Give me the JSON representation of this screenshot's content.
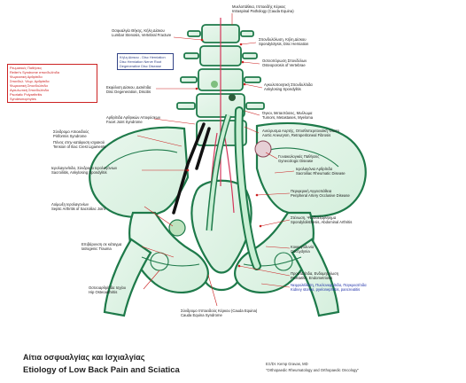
{
  "diagram": {
    "labels_top": [
      {
        "id": "spinal-cord",
        "line1": "Μυελοπάθεια, Ιπποειδής Κέρκος",
        "line2": "Intraspinal Pathology (Cauda Equina)"
      },
      {
        "id": "lumbar-disc-stenosis",
        "line1": "Οσφυαλγία Θήκης, Κήλη Δίσκου",
        "line2": "Lumbar Stenosis, Vertebral Fracture"
      },
      {
        "id": "spondylolysis",
        "line1": "Σπονδυλόλυση, Κήλη Δίσκου",
        "line2": "Spondylolysis, Disc Herniation"
      },
      {
        "id": "osteoporosis",
        "line1": "Οστεοπόρωση Σπονδύλων",
        "line2": "Osteoporosis of Vertebrae"
      },
      {
        "id": "ankylosing",
        "line1": "Αγκυλοποιητική Σπονδυλίτιδα",
        "line2": "Ankylosing Spondylitis"
      },
      {
        "id": "tumors",
        "line1": "Όγκοι, Μεταστάσεις, Μυέλωμα",
        "line2": "Tumors, Metastases, Myeloma"
      },
      {
        "id": "aorta",
        "line1": "Ανεύρυσμα Αορτής, Οπισθοπεριτοναϊκή Ίνωση",
        "line2": "Aortic Aneurysm, Retroperitoneal Fibrosis"
      }
    ],
    "labels_left": [
      {
        "id": "disc-degeneration",
        "line1": "Εκφύλιση Δίσκου, Δισκίτιδα",
        "line2": "Disc Degeneration, Discitis"
      },
      {
        "id": "facet",
        "line1": "Αρθρίτιδα Αρθρικών Αποφύσεων",
        "line2": "Facet Joint Syndrome"
      },
      {
        "id": "piriformis",
        "line1": "Σύνδρομο Απιοειδούς",
        "line2": "Piriformis Syndrome"
      },
      {
        "id": "lig-attach",
        "line1": "Πόνος στην κατάφυση ισχιακού",
        "line2": "Tension of Iliac Crest Ligaments"
      },
      {
        "id": "sacroiliitis",
        "line1": "Ιερολαγονίτιδα, Σύνδρομο Ιερολαγόνιων",
        "line2": "Sacroiliitis, Ankylosing Spondylitis"
      },
      {
        "id": "infection",
        "line1": "Λοίμωξη Ιερολαγονίων",
        "line2": "Septic Arthritis of Sacroiliac Joint"
      },
      {
        "id": "trauma",
        "line1": "Επιβάρυνση σε κάταγμα",
        "line2": "Iatrogenic Trauma"
      },
      {
        "id": "hip-oa",
        "line1": "Οστεοαρθρίτιδα Ισχίου",
        "line2": "Hip Osteoarthritis"
      }
    ],
    "labels_right": [
      {
        "id": "gynecologic",
        "line1": "Γυναικολογικές Παθήσεις",
        "line2": "Gynecologic Disease"
      },
      {
        "id": "sacroiliac-rheum",
        "line1": "Ιερολαγόνια Αρθρίτιδα",
        "line2": "Sacroiliac Rheumatic Disease"
      },
      {
        "id": "peripheral",
        "line1": "Περιφερική Αγγειοπάθεια",
        "line2": "Peripheral Artery Occlusive Disease"
      },
      {
        "id": "spinal-stenosis",
        "line1": "Στένωση, Ψευδοεξάρθρημα",
        "line2": "Spondylolisthesis, Abdominal Arthritis"
      },
      {
        "id": "coccydynia",
        "line1": "Κοκκυγοδυνία",
        "line2": "Coccydynia"
      },
      {
        "id": "prostatitis",
        "line1": "Προστατίτιδα, Ενδομητρίωση",
        "line2": "Prostatitis, Endometriosis"
      },
      {
        "id": "visceral",
        "line1": "Νεφρολιθίαση, Πυελονεφρίτιδα, Παγκρεατίτιδα",
        "line2": "Kidney stones, pyelonephritis, pancreatitis"
      }
    ],
    "box_red": {
      "lines": [
        "Ρευματικές Παθήσεις",
        "Reiter's Syndrome σπονδυλίτιδα",
        "Ψωριασική Αρθρίτιδα",
        "Σπονδυλ. Ψωρ. Αρθρίτιδα",
        "Ψωριασική Σπονδυλίτιδα",
        "Αγκυλωτική Σπονδυλίτιδα",
        "Psoriatic Polyarthritis",
        "Syndesmophytes"
      ]
    },
    "box_blue": {
      "lines": [
        "Κήλη Δίσκου - Disc Herniation",
        "Disc Herniation Nerve Root",
        "Degenerative Disc Disease"
      ]
    },
    "bottom_center": {
      "line1": "Σύνδρομο Ιπποειδούς Κέρκου (Cauda Equina)",
      "line2": "Cauda Equina Syndrome"
    },
    "title_gr": "Αίτια οσφυαλγίας και Ισχιαλγίας",
    "title_en": "Etiology of Low Back Pain and Sciatica",
    "credit1": "ΕΞ/Dr. Kemp Gravas, MD",
    "credit2": "\"Orthopaedic Rheumatology and Orthopaedic Oncology\""
  }
}
